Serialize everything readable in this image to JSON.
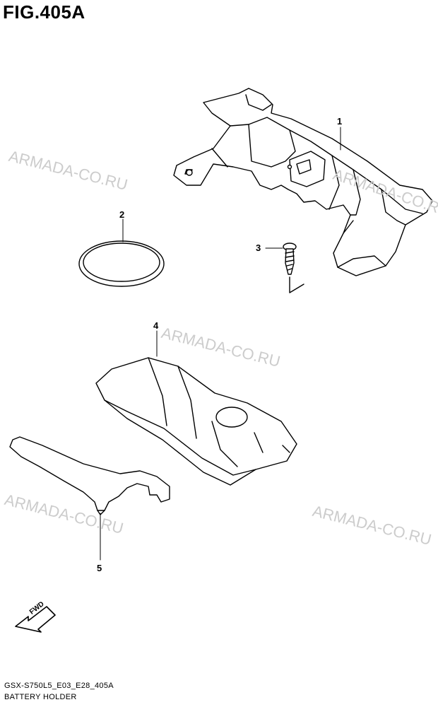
{
  "figure": {
    "title": "FIG.405A"
  },
  "callouts": [
    "1",
    "2",
    "3",
    "4",
    "5"
  ],
  "watermarks": [
    "ARMADA-CO.RU",
    "ARMADA-CO.RU",
    "ARMADA-CO.RU",
    "ARMADA-CO.RU",
    "ARMADA-CO.RU"
  ],
  "fwd_label": "FWD",
  "footer": {
    "code": "GSX-S750L5_E03_E28_405A",
    "caption": "BATTERY HOLDER"
  }
}
